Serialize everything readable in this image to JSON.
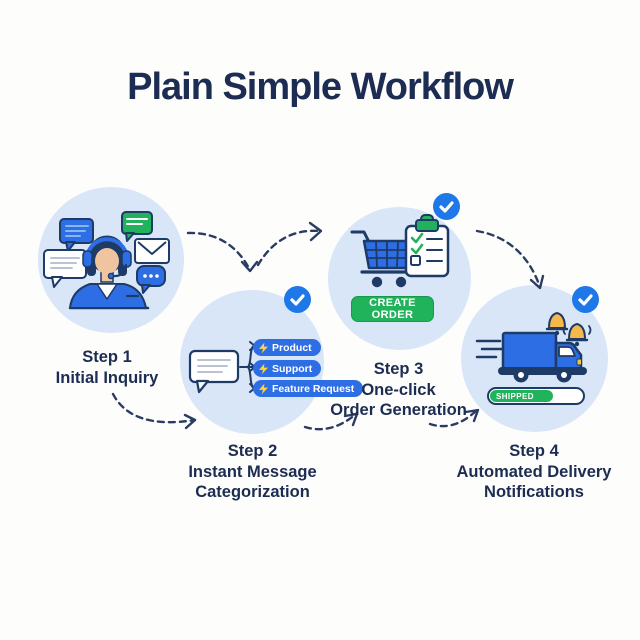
{
  "title": "Plain Simple Workflow",
  "steps": [
    {
      "label": "Step 1",
      "line1": "Initial Inquiry"
    },
    {
      "label": "Step 2",
      "line1": "Instant Message",
      "line2": "Categorization"
    },
    {
      "label": "Step 3",
      "line1": "One-click",
      "line2": "Order Generation"
    },
    {
      "label": "Step 4",
      "line1": "Automated Delivery",
      "line2": "Notifications"
    }
  ],
  "categorization": {
    "tags": [
      {
        "icon": "lightning-bolt",
        "label": "Product"
      },
      {
        "icon": "lightning-bolt",
        "label": "Support"
      },
      {
        "icon": "lightning-bolt",
        "label": "Feature Request"
      }
    ]
  },
  "order": {
    "button_label": "CREATE ORDER"
  },
  "delivery": {
    "status_label": "SHIPPED"
  },
  "icons": {
    "badge": "checkmark",
    "step1": "support-agent-with-chat-bubbles",
    "step3": "shopping-cart-with-checklist",
    "step4": "delivery-truck-with-bells"
  },
  "colors": {
    "accent_blue": "#2e6ee5",
    "badge_blue": "#1e78e8",
    "green": "#21b35b",
    "amber": "#f5b94a",
    "navy_text": "#1c2c52",
    "circle_bg": "#d9e6f8"
  }
}
